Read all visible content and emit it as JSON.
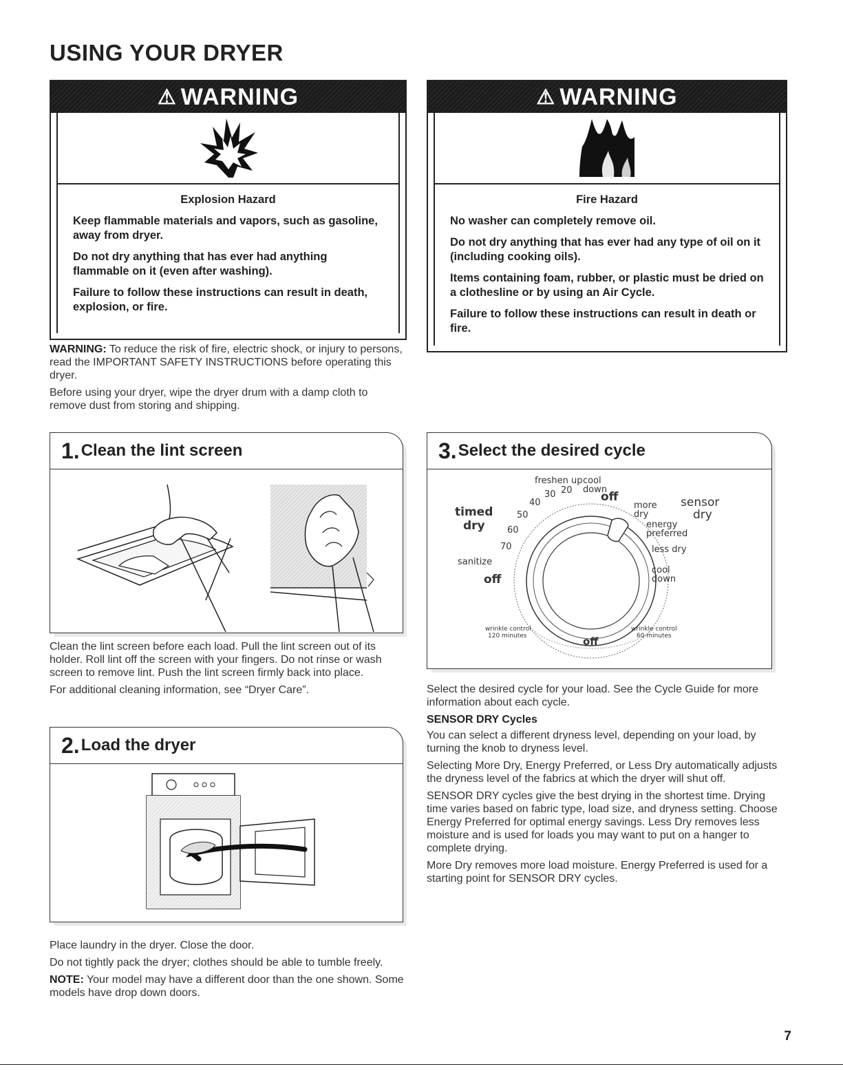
{
  "page": {
    "title": "USING YOUR DRYER",
    "page_number": "7"
  },
  "warning_left": {
    "header": "WARNING",
    "hazard": "Explosion Hazard",
    "lines": [
      "Keep flammable materials and vapors, such as gasoline, away from dryer.",
      "Do not dry anything that has ever had anything flammable on it (even after washing).",
      "Failure to follow these instructions can result in death, explosion, or fire."
    ],
    "icon": "explosion-icon"
  },
  "warning_right": {
    "header": "WARNING",
    "hazard": "Fire Hazard",
    "lines": [
      "No washer can completely remove oil.",
      "Do not dry anything that has ever had any type of oil on it (including cooking oils).",
      "Items containing foam, rubber, or plastic must be dried on a clothesline or by using an Air Cycle.",
      "Failure to follow these instructions can result in death or fire."
    ],
    "icon": "fire-icon"
  },
  "intro": {
    "warning_label": "WARNING:",
    "warning_text": " To reduce the risk of fire, electric shock, or injury to persons, read the IMPORTANT SAFETY INSTRUCTIONS before operating this dryer.",
    "before_text": "Before using your dryer, wipe the dryer drum with a damp cloth to remove dust from storing and shipping."
  },
  "step1": {
    "num": "1.",
    "title": "Clean the lint screen",
    "text1": "Clean the lint screen before each load. Pull the lint screen out of its holder. Roll lint off the screen with your fingers. Do not rinse or wash screen to remove lint. Push the lint screen firmly back into place.",
    "text2": "For additional cleaning information, see “Dryer Care”."
  },
  "step2": {
    "num": "2.",
    "title": "Load the dryer",
    "text1": "Place laundry in the dryer. Close the door.",
    "text2": "Do not tightly pack the dryer; clothes should be able to tumble freely.",
    "note_label": "NOTE:",
    "note_text": " Your model may have a different door than the one shown. Some models have drop down doors."
  },
  "step3": {
    "num": "3.",
    "title": "Select the desired cycle",
    "text1": "Select the desired cycle for your load. See the Cycle Guide for more information about each cycle.",
    "sensor_heading": "SENSOR DRY Cycles",
    "paragraphs": [
      "You can select a different dryness level, depending on your load, by turning the knob to dryness level.",
      "Selecting More Dry, Energy Preferred, or Less Dry automatically adjusts the dryness level of the fabrics at which the dryer will shut off.",
      "SENSOR DRY cycles give the best drying in the shortest time. Drying time varies based on fabric type, load size, and dryness setting. Choose Energy Preferred for optimal energy savings. Less Dry removes less moisture and is used for loads you may want to put on a hanger to complete drying.",
      "More Dry removes more load moisture. Energy Preferred is used for a starting point for SENSOR DRY cycles."
    ],
    "dial": {
      "freshen_up": "freshen up",
      "cool_down_top": "cool down",
      "n20": "20",
      "n30": "30",
      "n40": "40",
      "n50": "50",
      "n60": "60",
      "n70": "70",
      "off_top": "off",
      "timed": "timed",
      "dry": "dry",
      "sanitize": "sanitize",
      "off_left": "off",
      "more_dry": "more dry",
      "energy_preferred": "energy preferred",
      "less_dry": "less dry",
      "cool_down_right": "cool down",
      "sensor": "sensor",
      "sensor_dry": "dry",
      "wrinkle_left": "wrinkle control",
      "wrinkle_left_min": "120 minutes",
      "wrinkle_right": "wrinkle control",
      "wrinkle_right_min": "60 minutes",
      "off_bottom": "off"
    }
  }
}
